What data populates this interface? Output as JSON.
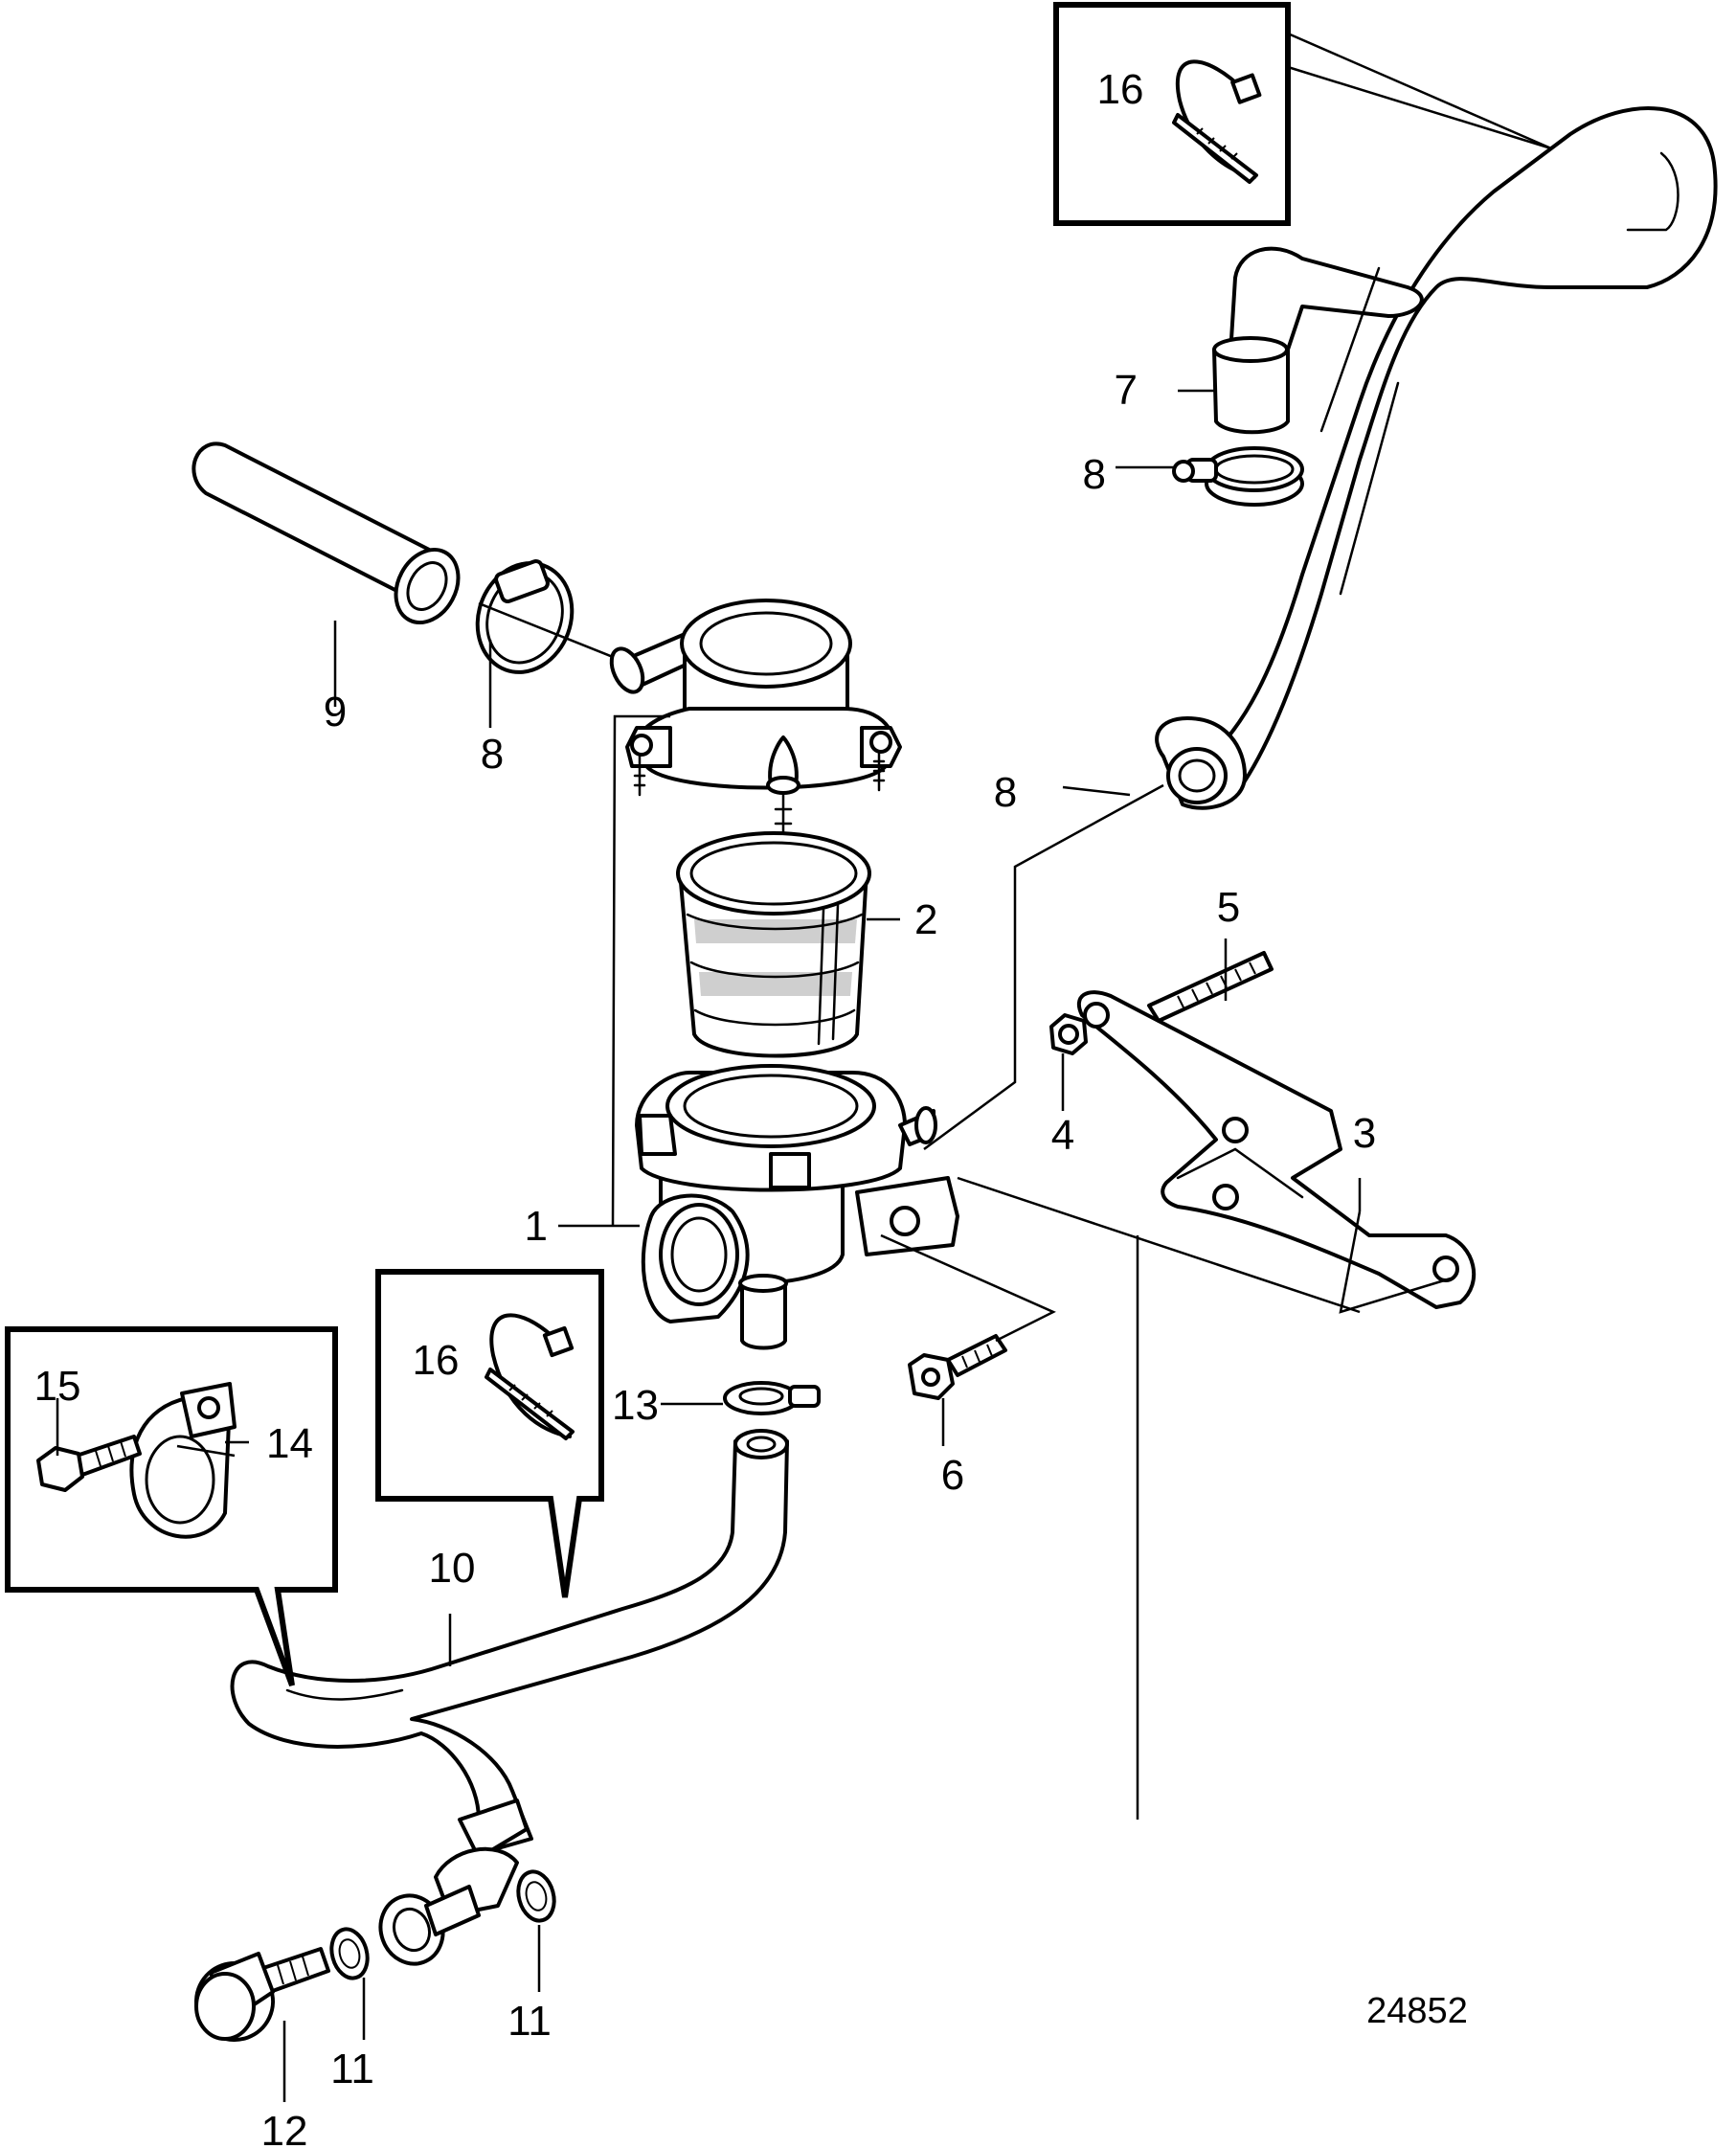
{
  "figure_number": "24852",
  "callouts": {
    "c1": "1",
    "c2": "2",
    "c3": "3",
    "c4": "4",
    "c5": "5",
    "c6": "6",
    "c7": "7",
    "c8a": "8",
    "c8b": "8",
    "c8c": "8",
    "c9": "9",
    "c10": "10",
    "c11a": "11",
    "c11b": "11",
    "c12": "12",
    "c13": "13",
    "c14": "14",
    "c15": "15",
    "c16a": "16",
    "c16b": "16"
  }
}
